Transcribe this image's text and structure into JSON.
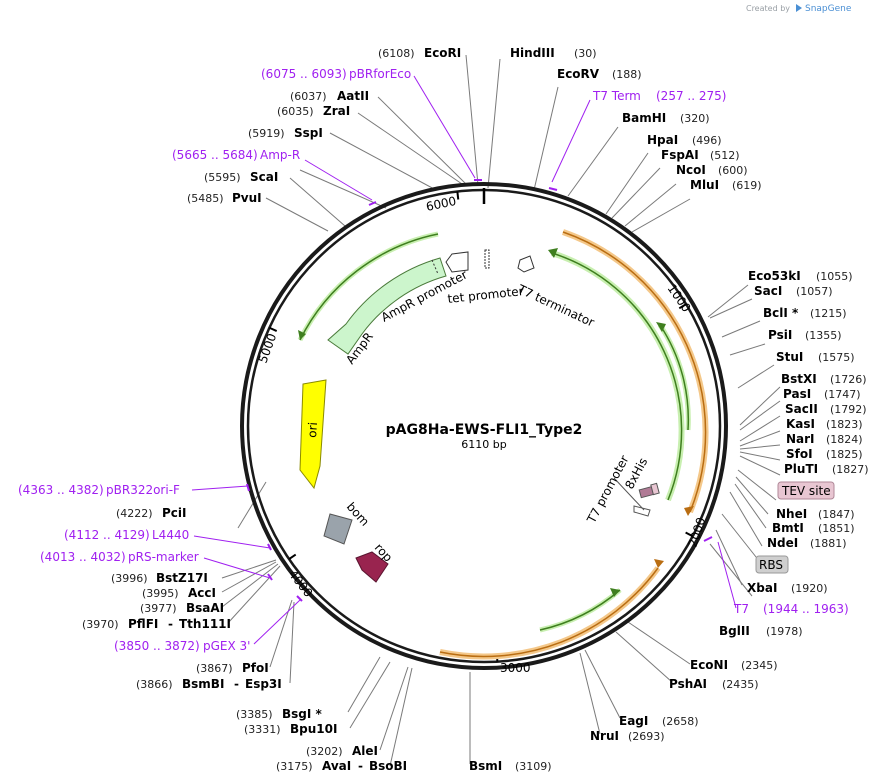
{
  "brand": {
    "created_by": "Created by",
    "name": "SnapGene"
  },
  "plasmid": {
    "name": "pAG8Ha-EWS-FLI1_Type2",
    "size": "6110 bp",
    "length": 6110
  },
  "ticks": [
    {
      "label": "1000",
      "pos": 1000
    },
    {
      "label": "2000",
      "pos": 2000
    },
    {
      "label": "3000",
      "pos": 3000
    },
    {
      "label": "4000",
      "pos": 4000
    },
    {
      "label": "5000",
      "pos": 5000
    },
    {
      "label": "6000",
      "pos": 6000
    }
  ],
  "sites_right": [
    {
      "name": "HindIII",
      "pos": "(30)"
    },
    {
      "name": "EcoRV",
      "pos": "(188)"
    },
    {
      "name": "BamHI",
      "pos": "(320)"
    },
    {
      "name": "HpaI",
      "pos": "(496)"
    },
    {
      "name": "FspAI",
      "pos": "(512)"
    },
    {
      "name": "NcoI",
      "pos": "(600)"
    },
    {
      "name": "MluI",
      "pos": "(619)"
    },
    {
      "name": "Eco53kI",
      "pos": "(1055)"
    },
    {
      "name": "SacI",
      "pos": "(1057)"
    },
    {
      "name": "BclI *",
      "pos": "(1215)"
    },
    {
      "name": "PsiI",
      "pos": "(1355)"
    },
    {
      "name": "StuI",
      "pos": "(1575)"
    },
    {
      "name": "BstXI",
      "pos": "(1726)"
    },
    {
      "name": "PasI",
      "pos": "(1747)"
    },
    {
      "name": "SacII",
      "pos": "(1792)"
    },
    {
      "name": "KasI",
      "pos": "(1823)"
    },
    {
      "name": "NarI",
      "pos": "(1824)"
    },
    {
      "name": "SfoI",
      "pos": "(1825)"
    },
    {
      "name": "PluTI",
      "pos": "(1827)"
    },
    {
      "name": "NheI",
      "pos": "(1847)"
    },
    {
      "name": "BmtI",
      "pos": "(1851)"
    },
    {
      "name": "NdeI",
      "pos": "(1881)"
    },
    {
      "name": "XbaI",
      "pos": "(1920)"
    },
    {
      "name": "BglII",
      "pos": "(1978)"
    },
    {
      "name": "EcoNI",
      "pos": "(2345)"
    },
    {
      "name": "PshAI",
      "pos": "(2435)"
    },
    {
      "name": "EagI",
      "pos": "(2658)"
    },
    {
      "name": "NruI",
      "pos": "(2693)"
    },
    {
      "name": "BsmI",
      "pos": "(3109)"
    }
  ],
  "sites_left": [
    {
      "name": "EcoRI",
      "pos": "(6108)"
    },
    {
      "name": "AatII",
      "pos": "(6037)"
    },
    {
      "name": "ZraI",
      "pos": "(6035)"
    },
    {
      "name": "SspI",
      "pos": "(5919)"
    },
    {
      "name": "ScaI",
      "pos": "(5595)"
    },
    {
      "name": "PvuI",
      "pos": "(5485)"
    },
    {
      "name": "PciI",
      "pos": "(4222)"
    },
    {
      "name": "BstZ17I",
      "pos": "(3996)"
    },
    {
      "name": "AccI",
      "pos": "(3995)"
    },
    {
      "name": "BsaAI",
      "pos": "(3977)"
    },
    {
      "name": "PflFI",
      "pos": "(3970)",
      "name2": "Tth111I"
    },
    {
      "name": "PfoI",
      "pos": "(3867)"
    },
    {
      "name": "BsmBI",
      "pos": "(3866)",
      "name2": "Esp3I"
    },
    {
      "name": "BsgI *",
      "pos": "(3385)"
    },
    {
      "name": "Bpu10I",
      "pos": "(3331)"
    },
    {
      "name": "AleI",
      "pos": "(3202)"
    },
    {
      "name": "AvaI",
      "pos": "(3175)",
      "name2": "BsoBI"
    }
  ],
  "primers": [
    {
      "name": "pBRforEco",
      "range": "(6075 .. 6093)"
    },
    {
      "name": "T7 Term",
      "range": "(257 .. 275)"
    },
    {
      "name": "Amp-R",
      "range": "(5665 .. 5684)"
    },
    {
      "name": "pBR322ori-F",
      "range": "(4363 .. 4382)"
    },
    {
      "name": "L4440",
      "range": "(4112 .. 4129)"
    },
    {
      "name": "pRS-marker",
      "range": "(4013 .. 4032)"
    },
    {
      "name": "pGEX 3'",
      "range": "(3850 .. 3872)"
    },
    {
      "name": "T7",
      "range": "(1944 .. 1963)"
    }
  ],
  "boxed_labels": [
    {
      "name": "TEV site",
      "color": "#e8c6d2"
    },
    {
      "name": "RBS",
      "color": "#cfcfcf"
    }
  ],
  "features": [
    {
      "name": "AmpR promoter"
    },
    {
      "name": "AmpR"
    },
    {
      "name": "tet promoter"
    },
    {
      "name": "T7 terminator"
    },
    {
      "name": "ori"
    },
    {
      "name": "bom"
    },
    {
      "name": "rop"
    },
    {
      "name": "T7 promoter"
    },
    {
      "name": "8xHis"
    }
  ],
  "colors": {
    "backbone": "#1a1a1a",
    "primer": "#a020f0",
    "orf_orange": "#f4a233",
    "orf_green": "#9fdf7a",
    "ampr_fill": "#ccf5cc",
    "ori_fill": "#ffff00",
    "rop_fill": "#99244f",
    "bom_fill": "#9aa3ab"
  }
}
